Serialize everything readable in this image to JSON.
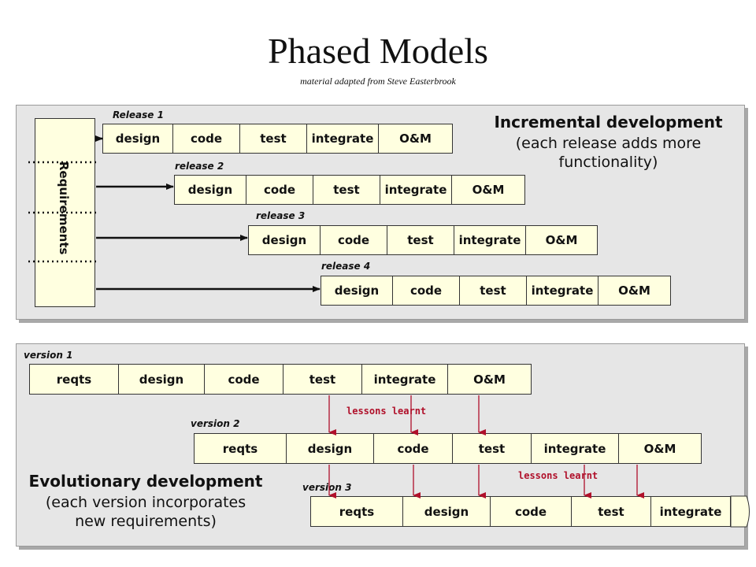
{
  "title": "Phased Models",
  "subtitle": "material adapted from Steve Easterbrook",
  "incremental": {
    "heading": "Incremental development",
    "description_line1": "(each release adds more",
    "description_line2": "functionality)",
    "requirements_label": "Requirements",
    "releases": [
      {
        "label": "Release 1",
        "phases": [
          "design",
          "code",
          "test",
          "integrate",
          "O&M"
        ]
      },
      {
        "label": "release 2",
        "phases": [
          "design",
          "code",
          "test",
          "integrate",
          "O&M"
        ]
      },
      {
        "label": "release 3",
        "phases": [
          "design",
          "code",
          "test",
          "integrate",
          "O&M"
        ]
      },
      {
        "label": "release 4",
        "phases": [
          "design",
          "code",
          "test",
          "integrate",
          "O&M"
        ]
      }
    ]
  },
  "evolutionary": {
    "heading": "Evolutionary development",
    "description_line1": "(each version incorporates",
    "description_line2": "new requirements)",
    "versions": [
      {
        "label": "version 1",
        "phases": [
          "reqts",
          "design",
          "code",
          "test",
          "integrate",
          "O&M"
        ]
      },
      {
        "label": "version 2",
        "phases": [
          "reqts",
          "design",
          "code",
          "test",
          "integrate",
          "O&M"
        ]
      },
      {
        "label": "version 3",
        "phases": [
          "reqts",
          "design",
          "code",
          "test",
          "integrate"
        ]
      }
    ],
    "lessons": [
      "lessons learnt",
      "lessons learnt"
    ]
  },
  "colors": {
    "panel": "#e6e6e6",
    "box": "#ffffe0",
    "lessons_arrow": "#b0102a"
  }
}
